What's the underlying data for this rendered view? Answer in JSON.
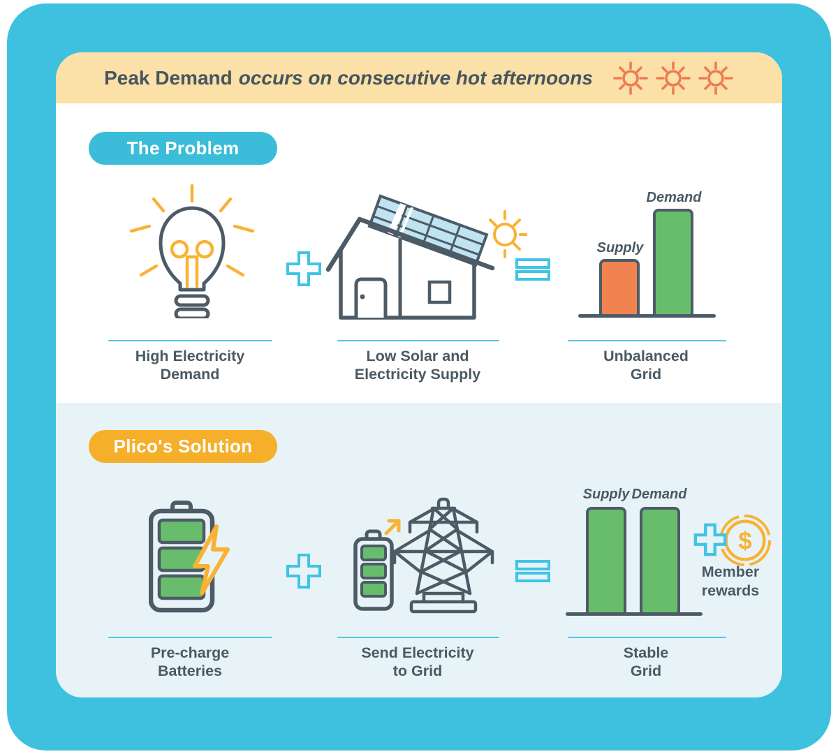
{
  "banner": {
    "title_bold": "Peak Demand",
    "title_italic": "occurs on consecutive hot afternoons",
    "sun_icons": 3
  },
  "colors": {
    "outer_background": "#3EC1DE",
    "banner_background": "#FBE0A7",
    "problem_badge": "#3BBCD9",
    "solution_badge": "#F6AF2B",
    "solution_background": "#E8F3F8",
    "outline_slate": "#4D5B66",
    "accent_yellow": "#F9B233",
    "accent_cyan": "#3FC4E4",
    "sun_orange": "#ED7C50",
    "bar_orange": "#F0834F",
    "bar_green": "#67BD6C",
    "solar_panel_blue": "#BFE3F0"
  },
  "problem": {
    "badge_label": "The Problem",
    "columns": [
      {
        "caption_line1": "High Electricity",
        "caption_line2": "Demand"
      },
      {
        "caption_line1": "Low Solar and",
        "caption_line2": "Electricity Supply"
      },
      {
        "caption_line1": "Unbalanced",
        "caption_line2": "Grid"
      }
    ],
    "chart": {
      "type": "bar",
      "bars": [
        {
          "label": "Supply",
          "color": "#F0834F",
          "relative_height": 0.52
        },
        {
          "label": "Demand",
          "color": "#67BD6C",
          "relative_height": 1.0
        }
      ]
    }
  },
  "solution": {
    "badge_label": "Plico's Solution",
    "columns": [
      {
        "caption_line1": "Pre-charge",
        "caption_line2": "Batteries"
      },
      {
        "caption_line1": "Send Electricity",
        "caption_line2": "to Grid"
      },
      {
        "caption_line1": "Stable",
        "caption_line2": "Grid"
      }
    ],
    "chart": {
      "type": "bar",
      "bars": [
        {
          "label": "Supply",
          "color": "#67BD6C",
          "relative_height": 1.0
        },
        {
          "label": "Demand",
          "color": "#67BD6C",
          "relative_height": 1.0
        }
      ]
    },
    "member_rewards": {
      "line1": "Member",
      "line2": "rewards"
    }
  }
}
